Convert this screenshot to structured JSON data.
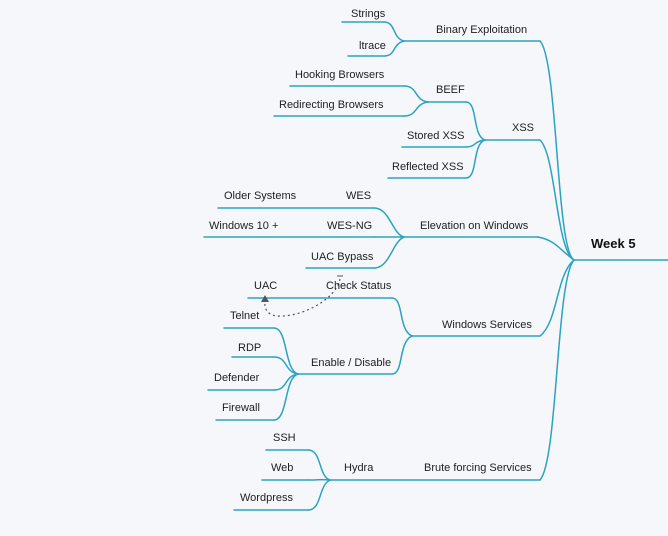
{
  "root": {
    "label": "Week 5"
  },
  "branches": {
    "binary_exploitation": {
      "label": "Binary Exploitation",
      "children": {
        "strings": "Strings",
        "ltrace": "ltrace"
      }
    },
    "xss": {
      "label": "XSS",
      "beef": {
        "label": "BEEF",
        "children": {
          "hooking": "Hooking Browsers",
          "redirecting": "Redirecting Browsers"
        }
      },
      "stored": "Stored XSS",
      "reflected": "Reflected XSS"
    },
    "elevation": {
      "label": "Elevation on Windows",
      "wes": {
        "label": "WES",
        "child": "Older Systems"
      },
      "wes_ng": {
        "label": "WES-NG",
        "child": "Windows 10 +"
      },
      "uac_bypass": "UAC Bypass"
    },
    "windows_services": {
      "label": "Windows Services",
      "check_status": {
        "label": "Check Status",
        "child": "UAC"
      },
      "enable_disable": {
        "label": "Enable / Disable",
        "children": {
          "telnet": "Telnet",
          "rdp": "RDP",
          "defender": "Defender",
          "firewall": "Firewall"
        }
      }
    },
    "brute_forcing": {
      "label": "Brute forcing Services",
      "hydra": {
        "label": "Hydra",
        "children": {
          "ssh": "SSH",
          "web": "Web",
          "wordpress": "Wordpress"
        }
      }
    }
  },
  "colors": {
    "line": "#2aa3c2",
    "arrow": "#555555",
    "text": "#1e1e1e",
    "background": "#f6f7fb"
  }
}
